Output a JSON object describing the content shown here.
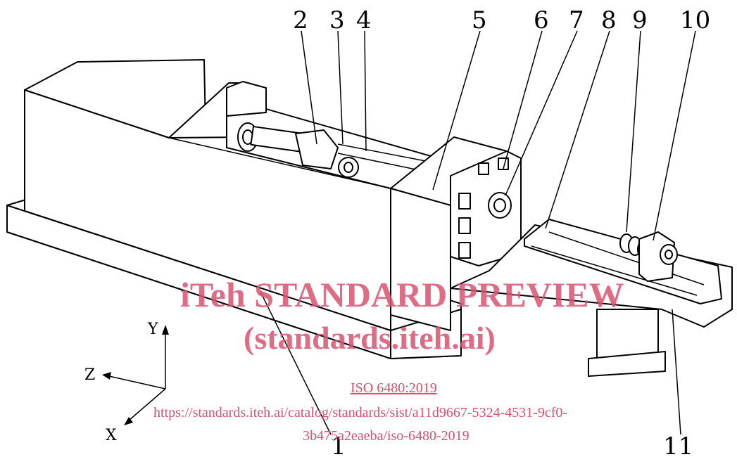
{
  "callouts": {
    "c1": "1",
    "c2": "2",
    "c3": "3",
    "c4": "4",
    "c5": "5",
    "c6": "6",
    "c7": "7",
    "c8": "8",
    "c9": "9",
    "c10": "10",
    "c11": "11"
  },
  "axes": {
    "x": "X",
    "y": "Y",
    "z": "Z"
  },
  "watermark": {
    "line1": "iTeh STANDARD PREVIEW",
    "line2": "(standards.iteh.ai)",
    "std": "ISO 6480:2019",
    "url1": "https://standards.iteh.ai/catalog/standards/sist/a11d9667-5324-4531-9cf0-",
    "url2": "3b475a2eaeba/iso-6480-2019"
  },
  "colors": {
    "line": "#000000",
    "watermark": "#d9536f"
  }
}
